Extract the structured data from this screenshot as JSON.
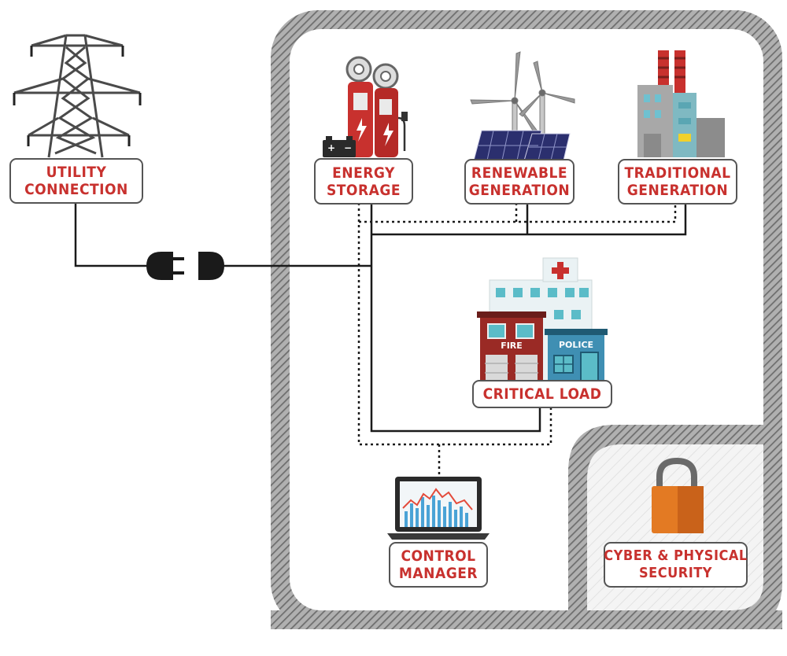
{
  "labels": {
    "utility": [
      "UTILITY",
      "CONNECTION"
    ],
    "storage": [
      "ENERGY",
      "STORAGE"
    ],
    "renewable": [
      "RENEWABLE",
      "GENERATION"
    ],
    "traditional": [
      "TRADITIONAL",
      "GENERATION"
    ],
    "critical": [
      "CRITICAL LOAD"
    ],
    "control": [
      "CONTROL",
      "MANAGER"
    ],
    "security": [
      "CYBER & PHYSICAL",
      "SECURITY"
    ]
  },
  "building_signs": {
    "fire": "FIRE",
    "police": "POLICE"
  },
  "colors": {
    "label_text": "#c8312e",
    "frame_gray": "#8a8a8a",
    "storage_red": "#c8312e",
    "solar_blue": "#2b2f6e",
    "hospital_teal": "#5bbcc8",
    "fire_red": "#9a2a25",
    "police_blue": "#3f8fb3",
    "lock_orange": "#e37a23"
  },
  "icons": [
    "transmission-tower-icon",
    "plug-icon",
    "socket-icon",
    "battery-icon",
    "fuel-pump-icon",
    "wind-turbine-icon",
    "solar-panel-icon",
    "factory-icon",
    "hospital-icon",
    "fire-station-icon",
    "police-station-icon",
    "laptop-chart-icon",
    "padlock-icon"
  ]
}
